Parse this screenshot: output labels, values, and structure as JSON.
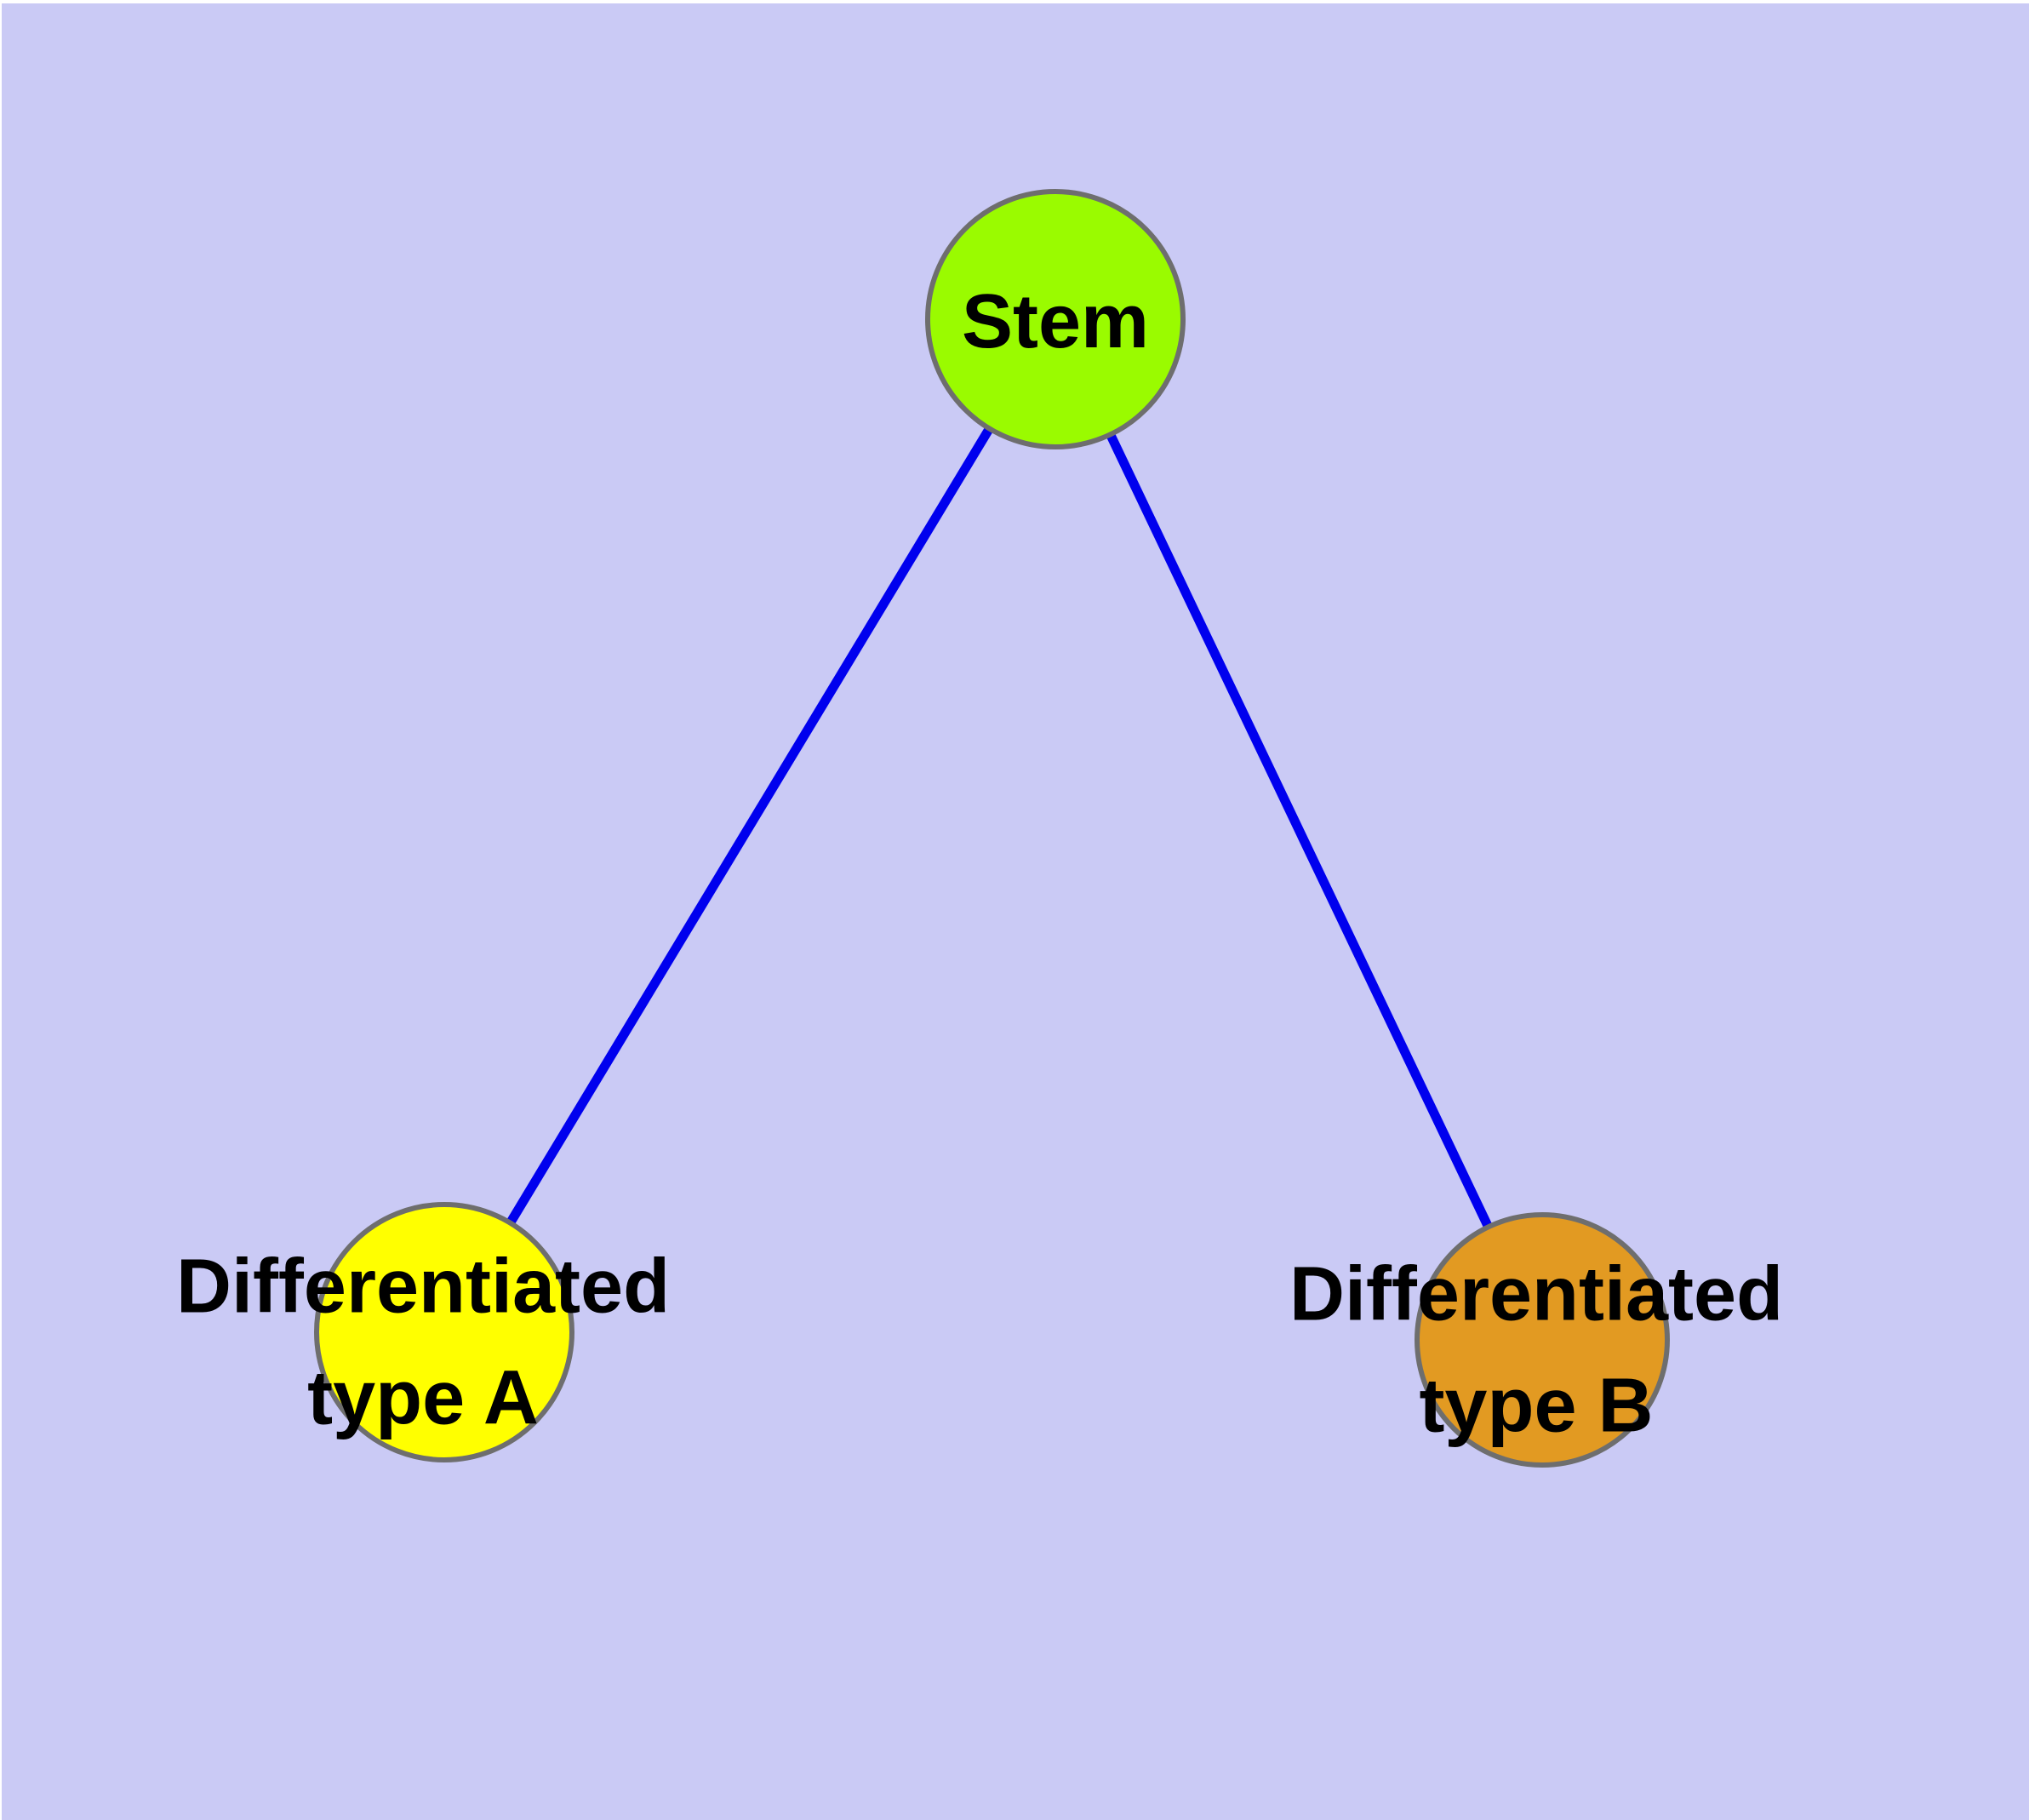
{
  "diagram": {
    "type": "graph",
    "background_color": "#CACAF5",
    "edge_color": "#0000EE",
    "node_border_color": "#6E6E6E",
    "nodes": {
      "stem": {
        "label": "Stem",
        "fill": "#9AFB00"
      },
      "type_a": {
        "label_line1": "Differentiated",
        "label_line2": "type A",
        "fill": "#FFFF00"
      },
      "type_b": {
        "label_line1": "Differentiated",
        "label_line2": "type B",
        "fill": "#E29A22"
      }
    },
    "edges": [
      {
        "from": "stem",
        "to": "type_a"
      },
      {
        "from": "stem",
        "to": "type_b"
      }
    ]
  }
}
